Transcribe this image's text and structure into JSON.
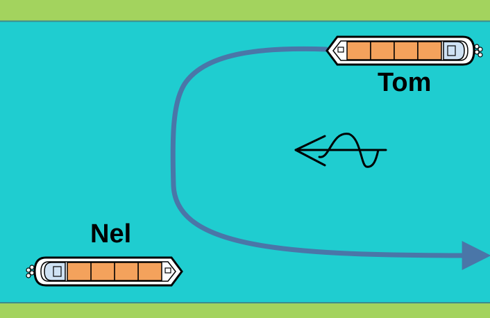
{
  "colors": {
    "bank": "#a3d35e",
    "bank_edge": "#3e8c8c",
    "water": "#1fcdd0",
    "path": "#4a76a8",
    "boat_cargo": "#f4a25c",
    "boat_cabin": "#cfe2f4",
    "boat_hull": "#ffffff",
    "outline": "#000000"
  },
  "boats": [
    {
      "name": "Tom",
      "facing": "left"
    },
    {
      "name": "Nel",
      "facing": "right"
    }
  ],
  "current_symbol": {
    "direction": "left",
    "icon": "wave-arrow-icon"
  },
  "path": {
    "shape": "u-turn",
    "icon": "curved-arrow-icon"
  }
}
